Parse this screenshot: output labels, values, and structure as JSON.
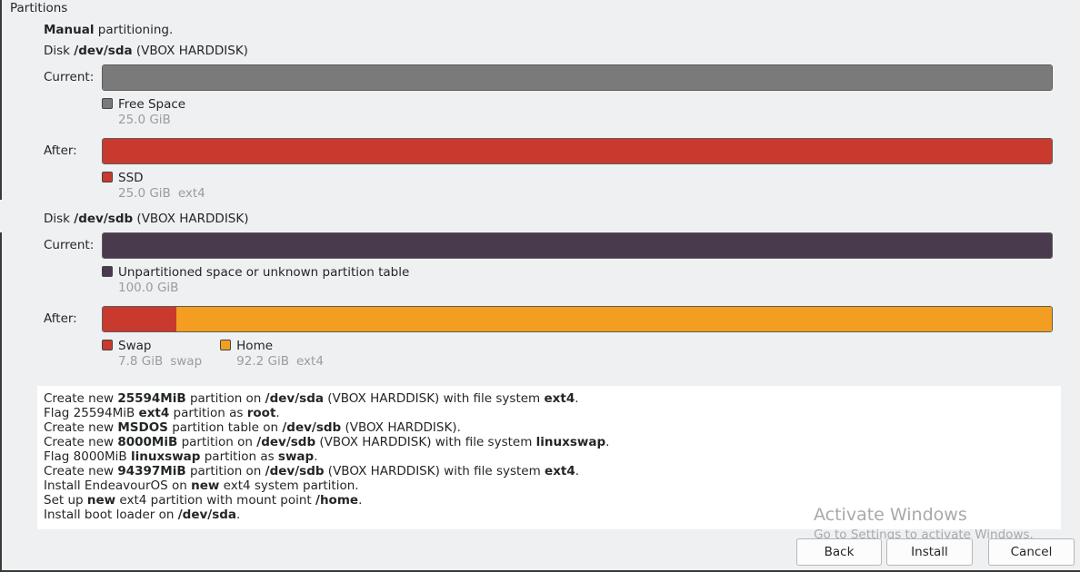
{
  "header": {
    "title": "Partitions"
  },
  "mode": {
    "bold": "Manual",
    "rest": " partitioning."
  },
  "disks": [
    {
      "prefix": "Disk ",
      "device": "/dev/sda",
      "model": " (VBOX HARDDISK)",
      "current_label": "Current:",
      "after_label": "After:",
      "current": [
        {
          "name": "Free Space",
          "size": "25.0 GiB",
          "fs": "",
          "color": "#7a7a7a",
          "fraction": 1.0
        }
      ],
      "after": [
        {
          "name": "SSD",
          "size": "25.0 GiB",
          "fs": "ext4",
          "color": "#c9392d",
          "fraction": 1.0
        }
      ]
    },
    {
      "prefix": "Disk ",
      "device": "/dev/sdb",
      "model": " (VBOX HARDDISK)",
      "current_label": "Current:",
      "after_label": "After:",
      "current": [
        {
          "name": "Unpartitioned space or unknown partition table",
          "size": "100.0 GiB",
          "fs": "",
          "color": "#4a3a4d",
          "fraction": 1.0
        }
      ],
      "after": [
        {
          "name": "Swap",
          "size": "7.8 GiB",
          "fs": "swap",
          "color": "#c9392d",
          "fraction": 0.078
        },
        {
          "name": "Home",
          "size": "92.2 GiB",
          "fs": "ext4",
          "color": "#f49e21",
          "fraction": 0.922
        }
      ]
    }
  ],
  "summary": [
    [
      [
        "Create new ",
        0
      ],
      [
        "25594MiB",
        1
      ],
      [
        " partition on ",
        0
      ],
      [
        "/dev/sda",
        1
      ],
      [
        " (VBOX HARDDISK) with file system ",
        0
      ],
      [
        "ext4",
        1
      ],
      [
        ".",
        0
      ]
    ],
    [
      [
        "Flag 25594MiB ",
        0
      ],
      [
        "ext4",
        1
      ],
      [
        " partition as ",
        0
      ],
      [
        "root",
        1
      ],
      [
        ".",
        0
      ]
    ],
    [
      [
        "Create new ",
        0
      ],
      [
        "MSDOS",
        1
      ],
      [
        " partition table on ",
        0
      ],
      [
        "/dev/sdb",
        1
      ],
      [
        " (VBOX HARDDISK).",
        0
      ]
    ],
    [
      [
        "Create new ",
        0
      ],
      [
        "8000MiB",
        1
      ],
      [
        " partition on ",
        0
      ],
      [
        "/dev/sdb",
        1
      ],
      [
        " (VBOX HARDDISK) with file system ",
        0
      ],
      [
        "linuxswap",
        1
      ],
      [
        ".",
        0
      ]
    ],
    [
      [
        "Flag 8000MiB ",
        0
      ],
      [
        "linuxswap",
        1
      ],
      [
        " partition as ",
        0
      ],
      [
        "swap",
        1
      ],
      [
        ".",
        0
      ]
    ],
    [
      [
        "Create new ",
        0
      ],
      [
        "94397MiB",
        1
      ],
      [
        " partition on ",
        0
      ],
      [
        "/dev/sdb",
        1
      ],
      [
        " (VBOX HARDDISK) with file system ",
        0
      ],
      [
        "ext4",
        1
      ],
      [
        ".",
        0
      ]
    ],
    [
      [
        "Install EndeavourOS on ",
        0
      ],
      [
        "new",
        1
      ],
      [
        " ext4 system partition.",
        0
      ]
    ],
    [
      [
        "Set up ",
        0
      ],
      [
        "new",
        1
      ],
      [
        " ext4 partition with mount point ",
        0
      ],
      [
        "/home",
        1
      ],
      [
        ".",
        0
      ]
    ],
    [
      [
        "Install boot loader on ",
        0
      ],
      [
        "/dev/sda",
        1
      ],
      [
        ".",
        0
      ]
    ]
  ],
  "watermark": {
    "title": "Activate Windows",
    "subtitle": "Go to Settings to activate Windows."
  },
  "buttons": {
    "back": "Back",
    "install": "Install",
    "cancel": "Cancel"
  }
}
